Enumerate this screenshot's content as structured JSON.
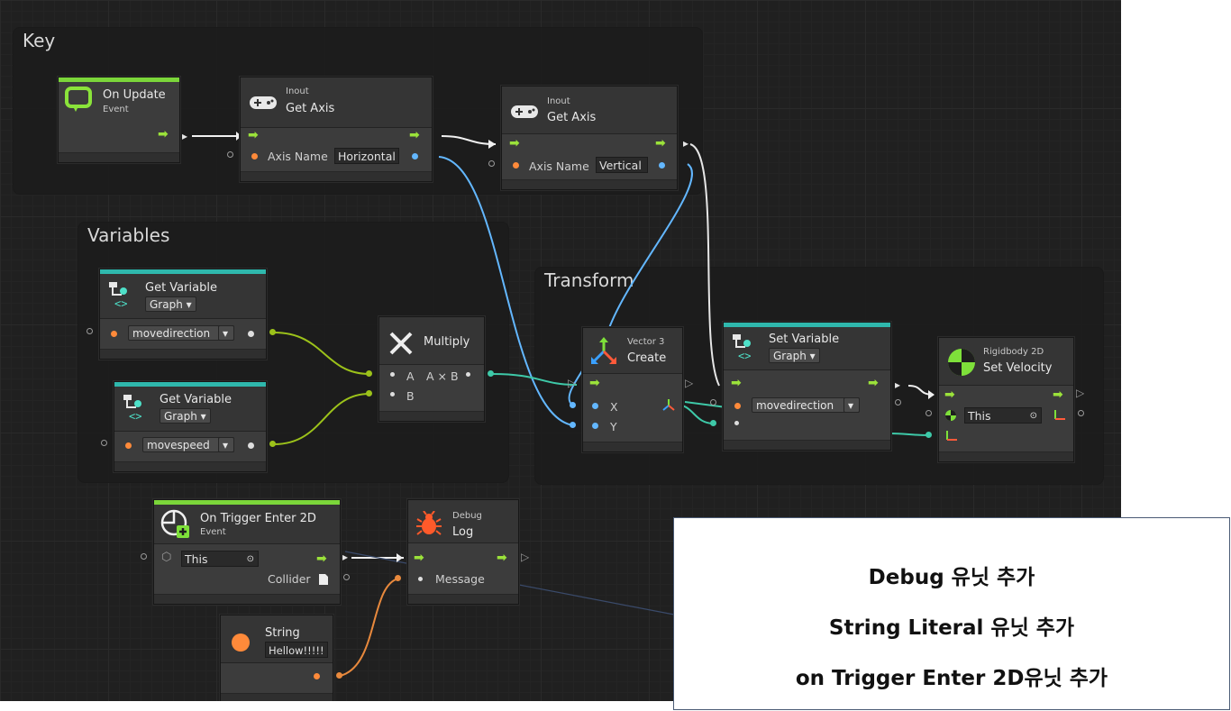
{
  "groups": {
    "key": "Key",
    "variables": "Variables",
    "transform": "Transform"
  },
  "nodes": {
    "on_update": {
      "title": "On Update",
      "subtitle": "Event",
      "icon": "update-loop-icon",
      "bar_color": "#7bd63a"
    },
    "get_axis_h": {
      "category": "Inout",
      "title": "Get Axis",
      "param_label": "Axis Name",
      "param_value": "Horizontal",
      "icon": "gamepad-icon"
    },
    "get_axis_v": {
      "category": "Inout",
      "title": "Get Axis",
      "param_label": "Axis Name",
      "param_value": "Vertical",
      "icon": "gamepad-icon"
    },
    "get_var_dir": {
      "title": "Get Variable",
      "scope": "Graph",
      "value": "movedirection",
      "icon": "variable-icon",
      "bar_color": "#2fb8ad"
    },
    "get_var_speed": {
      "title": "Get Variable",
      "scope": "Graph",
      "value": "movespeed",
      "icon": "variable-icon",
      "bar_color": "#2fb8ad"
    },
    "multiply": {
      "title": "Multiply",
      "in_a": "A",
      "in_b": "B",
      "output": "A × B",
      "icon": "multiply-x-icon"
    },
    "vector3": {
      "category": "Vector 3",
      "title": "Create",
      "in_x": "X",
      "in_y": "Y",
      "icon": "vector-axes-icon"
    },
    "set_var": {
      "title": "Set Variable",
      "scope": "Graph",
      "value": "movedirection",
      "icon": "variable-icon",
      "bar_color": "#2fb8ad"
    },
    "set_velocity": {
      "category": "Rigidbody 2D",
      "title": "Set Velocity",
      "target": "This",
      "icon": "rigidbody-icon"
    },
    "on_trigger": {
      "title": "On Trigger Enter 2D",
      "subtitle": "Event",
      "target": "This",
      "output_label": "Collider",
      "icon": "trigger-add-icon",
      "bar_color": "#7bd63a"
    },
    "debug_log": {
      "category": "Debug",
      "title": "Log",
      "input_label": "Message",
      "icon": "bug-icon"
    },
    "string": {
      "title": "String",
      "value": "Hellow!!!!!",
      "icon": "orange-dot-icon"
    }
  },
  "annotation": {
    "line1": "Debug 유닛 추가",
    "line2": "String Literal 유닛 추가",
    "line3": "on Trigger Enter 2D유닛 추가"
  },
  "colors": {
    "canvas": "#202020",
    "flow_arrow": "#9be23a",
    "vector_wire": "#63b7ff",
    "float_wire": "#9cc21a",
    "object_wire": "#3ec9a8",
    "string_wire": "#e8893d",
    "callout_border": "#4a5a74"
  }
}
